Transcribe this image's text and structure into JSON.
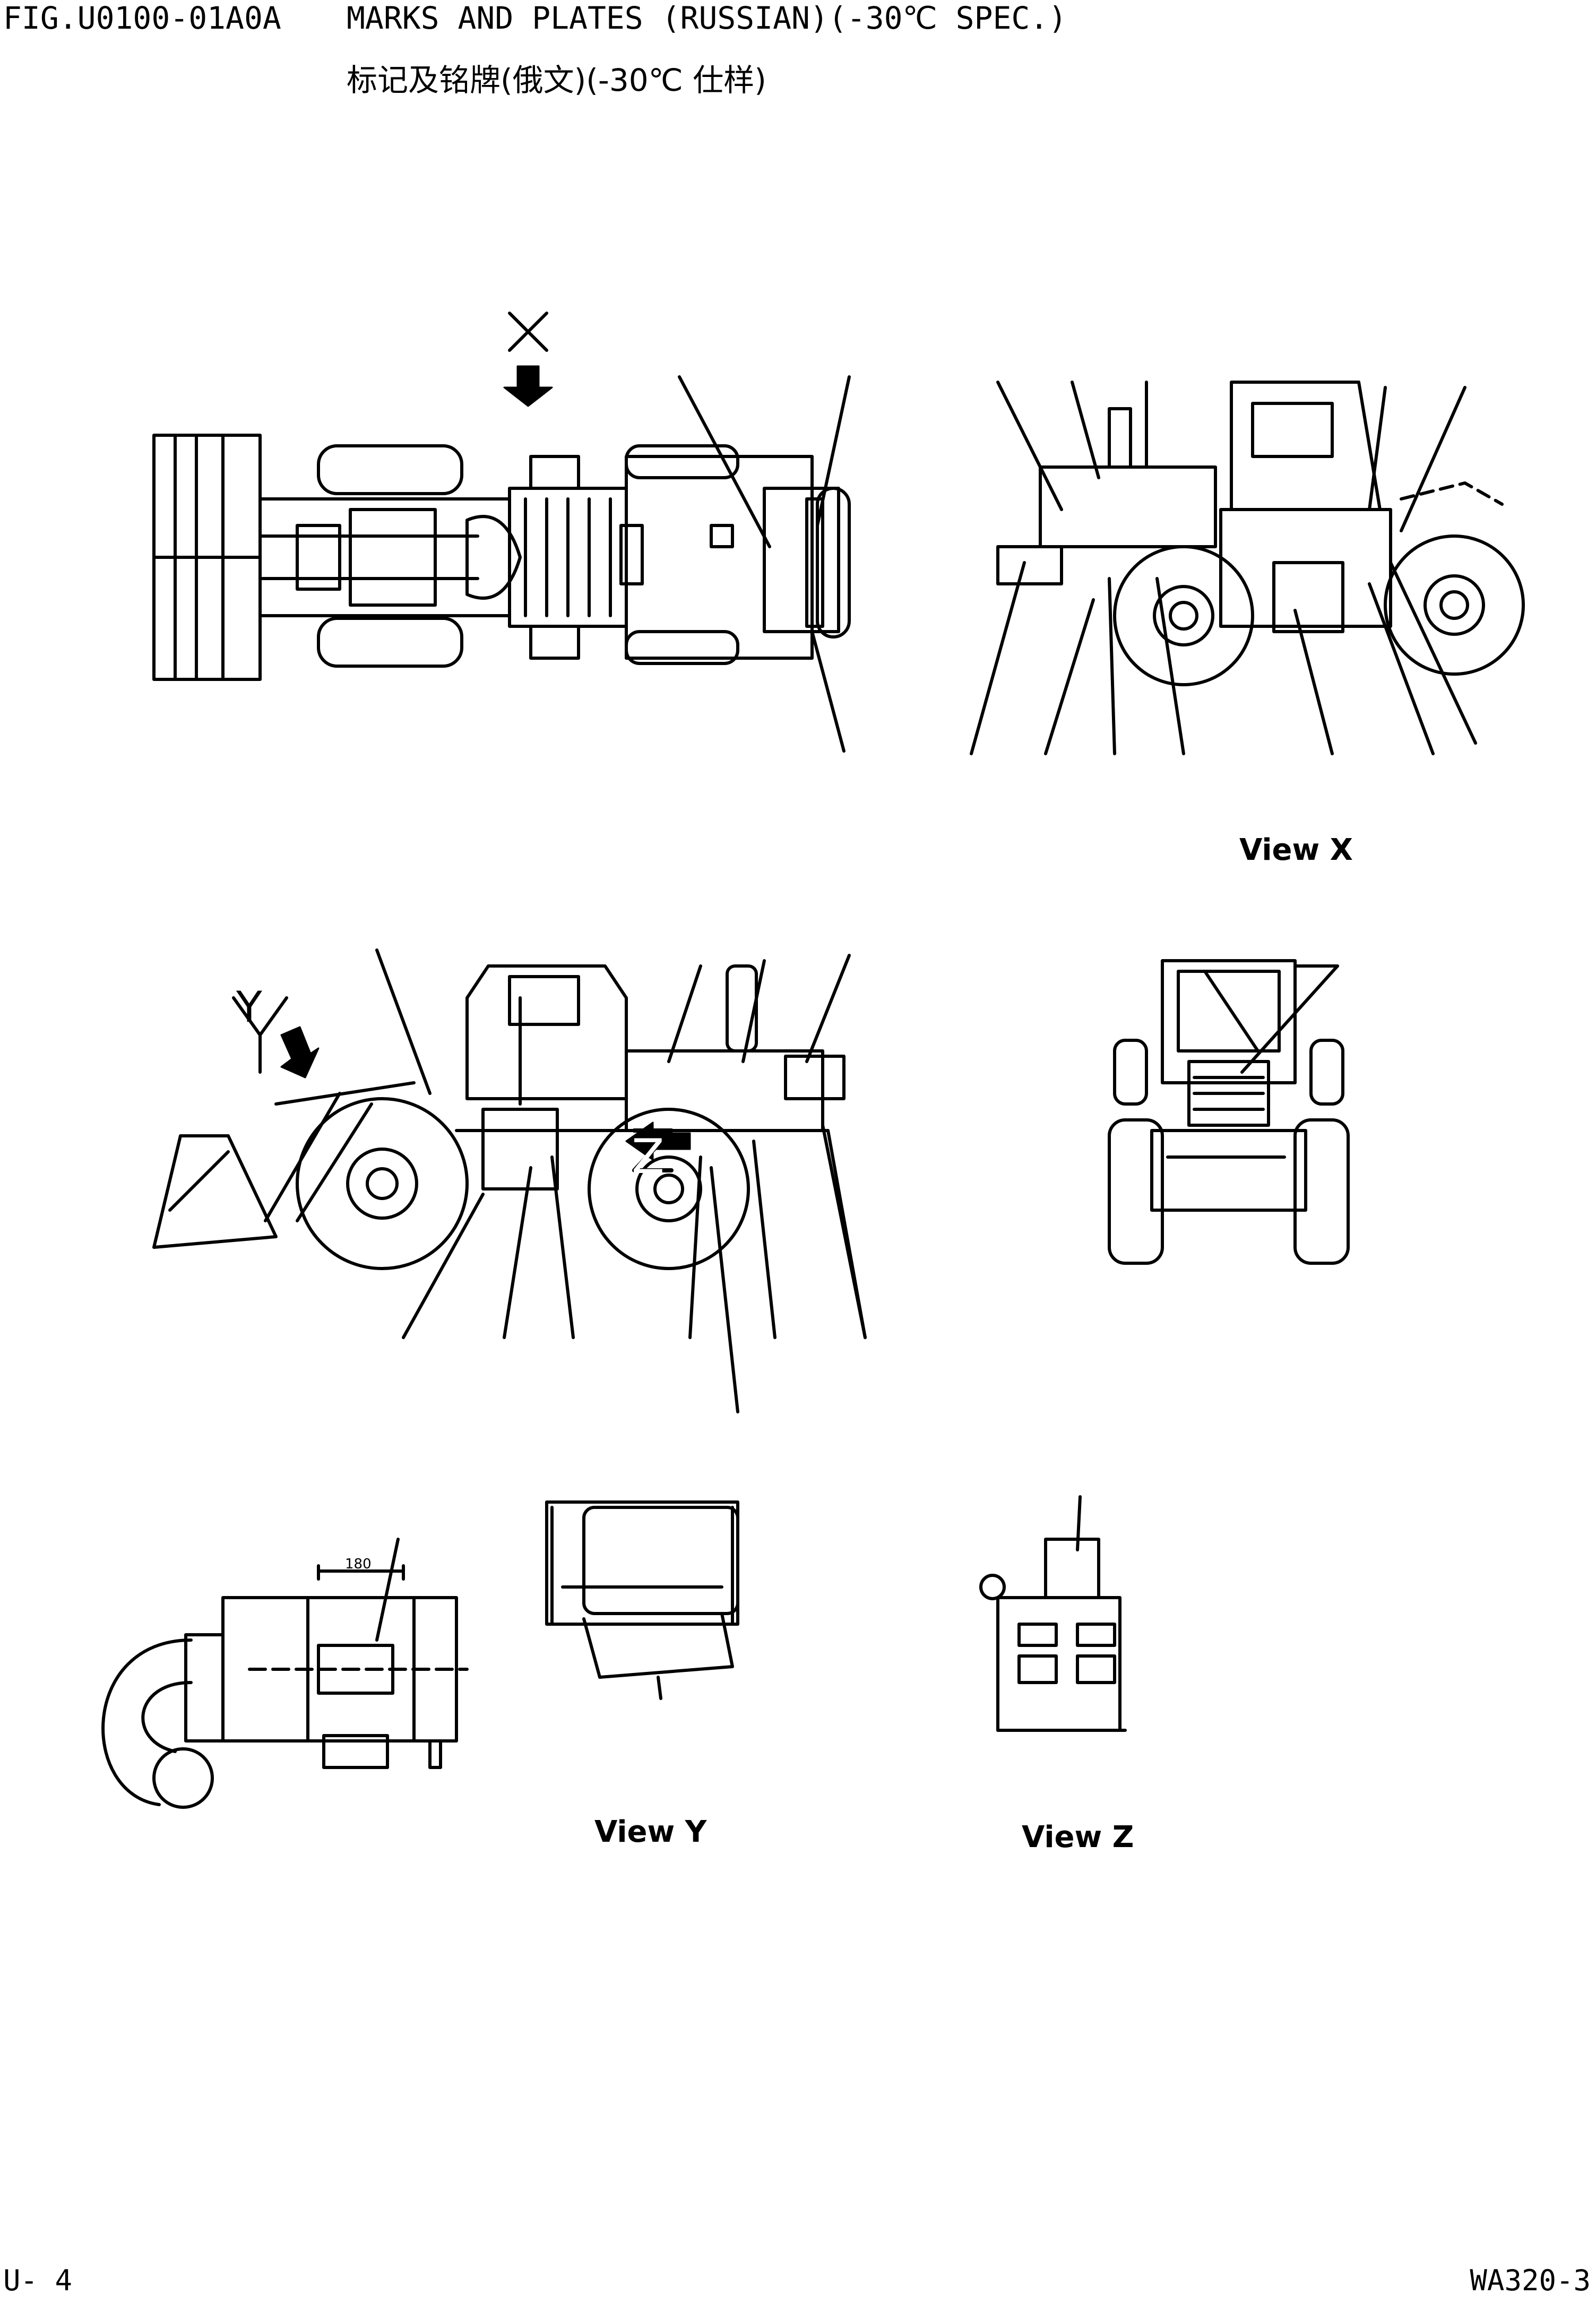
{
  "header": {
    "figure_number": "FIG.U0100-01A0A",
    "title_en": "MARKS AND PLATES (RUSSIAN)(-30℃ SPEC.)",
    "title_cn": "标记及铭牌(俄文)(-30℃ 仕样)"
  },
  "views": {
    "x_marker": "X",
    "y_marker": "Y",
    "z_marker": "Z",
    "view_x_label": "View X",
    "view_y_label": "View Y",
    "view_z_label": "View Z",
    "dimension_label": "180"
  },
  "footer": {
    "page_number": "U- 4",
    "model": "WA320-3"
  }
}
